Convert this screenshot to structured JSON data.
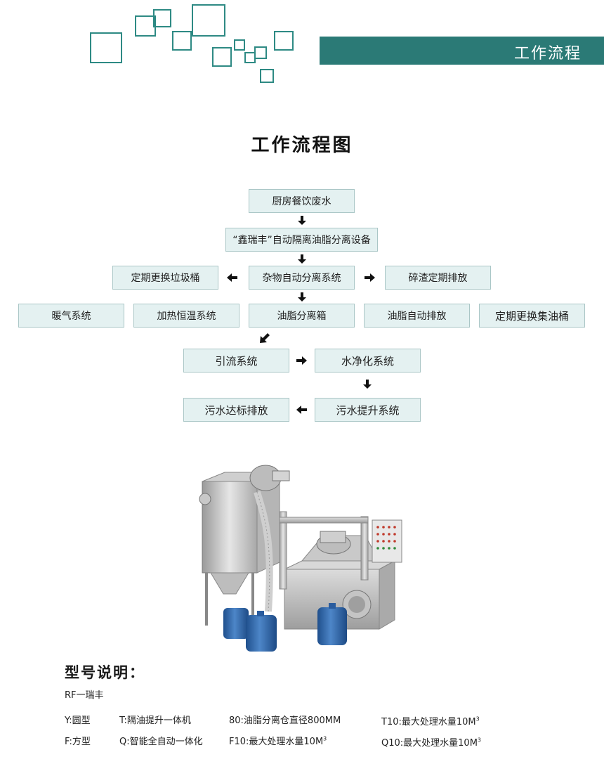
{
  "header": {
    "title": "工作流程"
  },
  "main_title": "工作流程图",
  "flow": {
    "kitchen_wastewater": "厨房餐饮废水",
    "separation_device": "“鑫瑞丰”自动隔离油脂分离设备",
    "regular_bin_change": "定期更换垃圾桶",
    "debris_separation": "杂物自动分离系统",
    "residue_discharge": "碎渣定期排放",
    "heating_system": "暖气系统",
    "thermostat_system": "加热恒温系统",
    "grease_separation_tank": "油脂分离箱",
    "grease_auto_discharge": "油脂自动排放",
    "regular_oil_bucket_change": "定期更换集油桶",
    "diversion_system": "引流系统",
    "water_purification": "水净化系统",
    "compliant_discharge": "污水达标排放",
    "sewage_lift": "污水提升系统"
  },
  "specs": {
    "heading": "型号说明：",
    "brand": "RF一瑞丰",
    "y_type": "Y:圆型",
    "f_type": "F:方型",
    "t_type": "T:隔油提升一体机",
    "q_type": "Q:智能全自动一体化",
    "d80": "80:油脂分离仓直径800MM",
    "f10_prefix": "F10:最大处理水量10M",
    "t10_prefix": "T10:最大处理水量10M",
    "q10_prefix": "Q10:最大处理水量10M",
    "cube_superscript": "3"
  },
  "colors": {
    "accent": "#2b7a76",
    "box_fill": "#e4f1f1",
    "box_border": "#aac6c6"
  }
}
